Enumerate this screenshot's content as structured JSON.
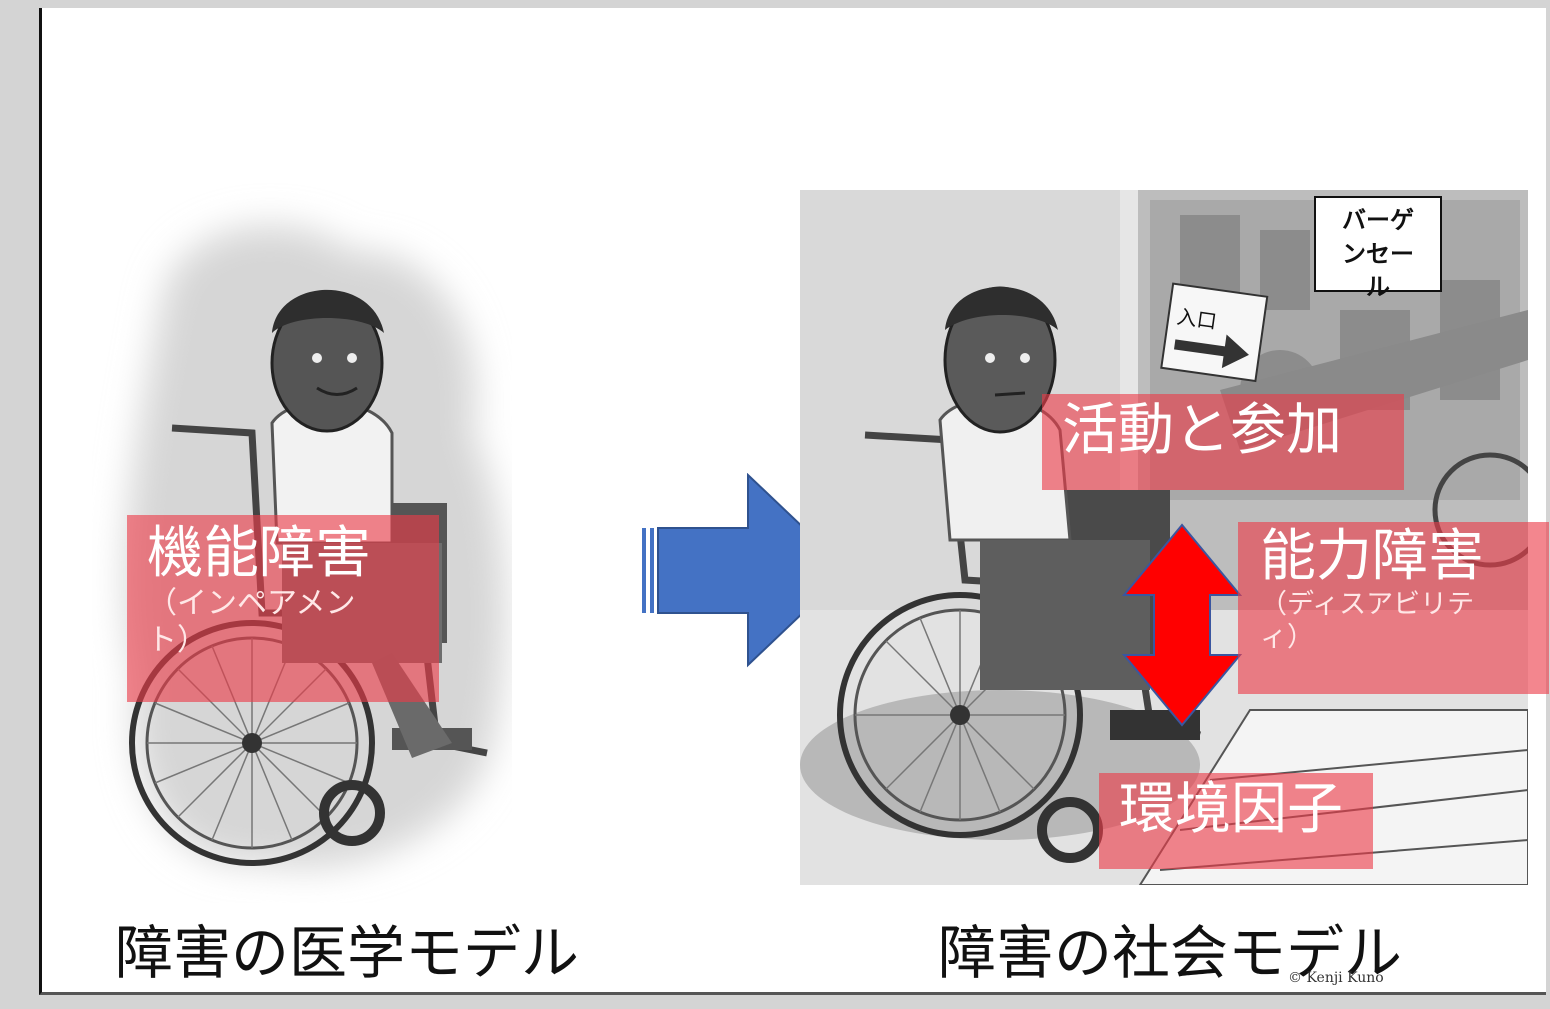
{
  "left_panel": {
    "impairment_label": "機能障害",
    "impairment_sub": "（インペアメント）",
    "caption": "障害の医学モデル"
  },
  "right_panel": {
    "sale_sign": "バーゲンセール",
    "entrance_sign": "入口",
    "activity_label": "活動と参加",
    "disability_label": "能力障害",
    "disability_sub": "（ディスアビリティ）",
    "environment_label": "環境因子",
    "caption": "障害の社会モデル",
    "copyright": "© Kenji Kuno"
  },
  "colors": {
    "label_fill": "#ec3c48",
    "arrow_blue": "#4472c4",
    "arrow_red": "#ff0000"
  }
}
